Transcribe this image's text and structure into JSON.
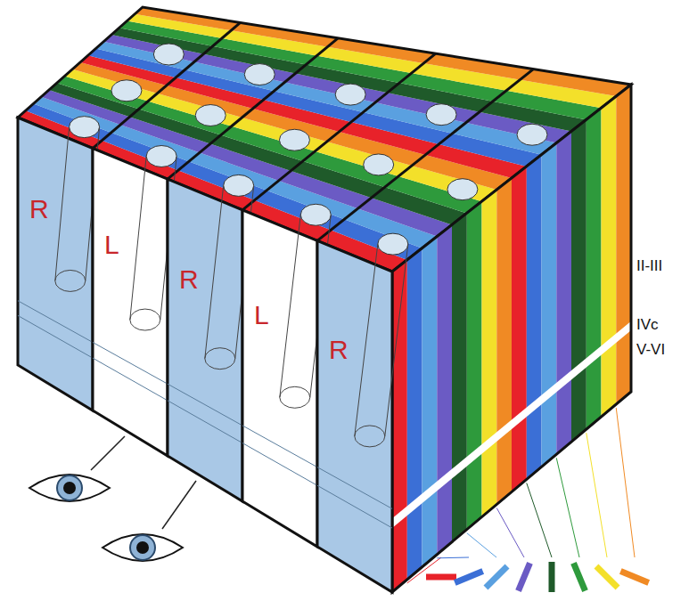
{
  "diagram": {
    "nodes": [
      {
        "text": [
          "R"
        ]
      },
      {
        "text": [
          "L"
        ]
      },
      {
        "text": [
          "R"
        ]
      },
      {
        "text": [
          "L"
        ]
      },
      {
        "text": [
          "R"
        ]
      }
    ],
    "labels": [
      "II-III",
      "IVc",
      "V-VI"
    ]
  }
}
